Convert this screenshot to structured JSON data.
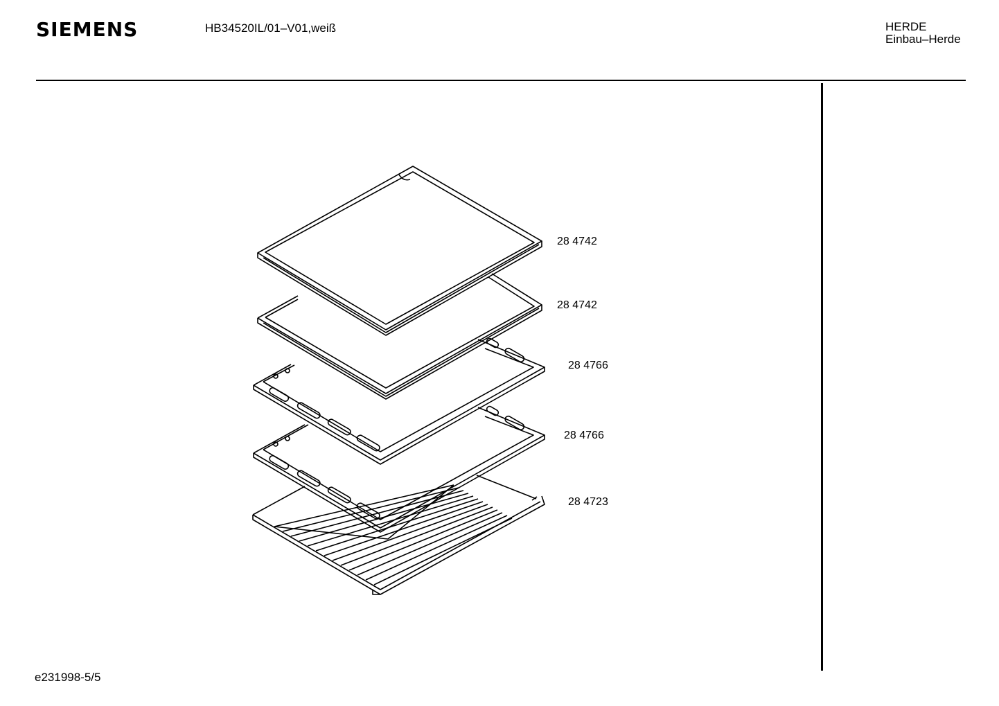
{
  "header": {
    "brand": "SIEMENS",
    "model": "HB34520IL/01–V01,weiß",
    "category": "HERDE",
    "subcategory": "Einbau–Herde"
  },
  "parts": [
    {
      "number": "28 4742",
      "kind": "baking-tray"
    },
    {
      "number": "28 4742",
      "kind": "baking-tray"
    },
    {
      "number": "28 4766",
      "kind": "grill-pan"
    },
    {
      "number": "28 4766",
      "kind": "grill-pan"
    },
    {
      "number": "28 4723",
      "kind": "wire-rack"
    }
  ],
  "footer": {
    "doc_id": "e231998-5/5"
  }
}
